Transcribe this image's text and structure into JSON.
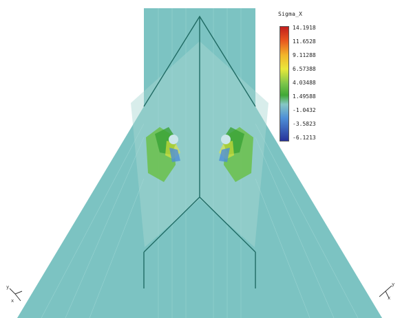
{
  "legend": {
    "title": "Sigma_X",
    "labels": [
      "14.1918",
      "11.6528",
      "9.11288",
      "6.57388",
      "4.03488",
      "1.49588",
      "-1.0432",
      "-3.5823",
      "-6.1213"
    ],
    "colors": [
      "#c21e1e",
      "#e8561f",
      "#f2b62a",
      "#e9e83a",
      "#7cc54a",
      "#40a836",
      "#86c7c4",
      "#4e8fd7",
      "#27329a"
    ]
  },
  "model": {
    "fill_color": "#7cc3c2",
    "edge_color": "#1f6a63"
  },
  "triads": [
    {
      "x_label": "x",
      "y_label": "y"
    },
    {
      "x_label": "x",
      "y_label": "y"
    }
  ]
}
